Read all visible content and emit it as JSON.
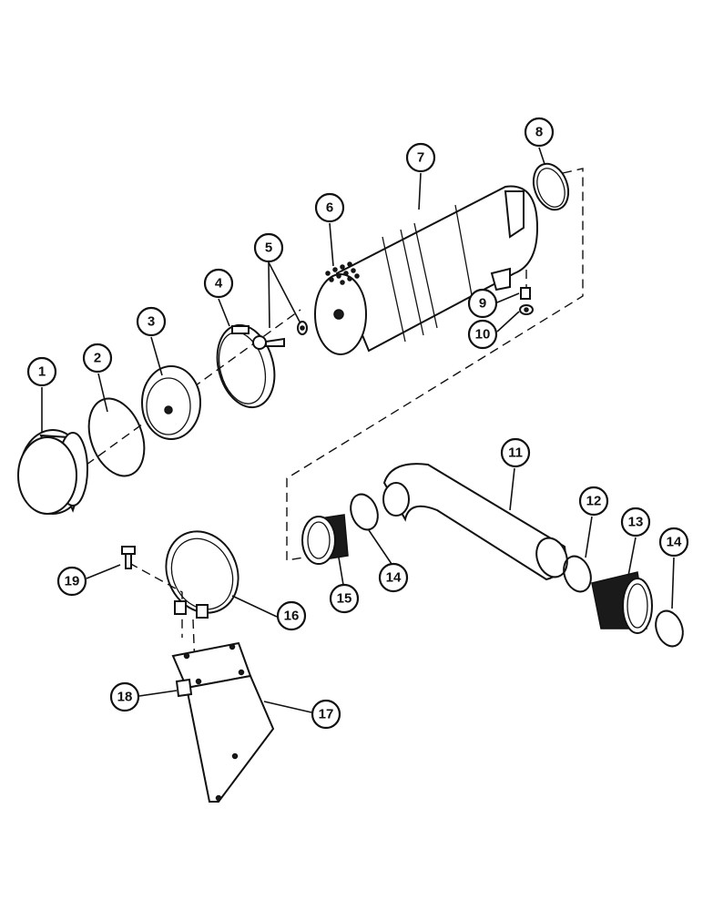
{
  "diagram": {
    "callouts": [
      {
        "label": "1"
      },
      {
        "label": "2"
      },
      {
        "label": "3"
      },
      {
        "label": "4"
      },
      {
        "label": "5"
      },
      {
        "label": "6"
      },
      {
        "label": "7"
      },
      {
        "label": "8"
      },
      {
        "label": "9"
      },
      {
        "label": "10"
      },
      {
        "label": "11"
      },
      {
        "label": "12"
      },
      {
        "label": "13"
      },
      {
        "label": "14"
      },
      {
        "label": "14"
      },
      {
        "label": "15"
      },
      {
        "label": "16"
      },
      {
        "label": "17"
      },
      {
        "label": "18"
      },
      {
        "label": "19"
      }
    ]
  }
}
